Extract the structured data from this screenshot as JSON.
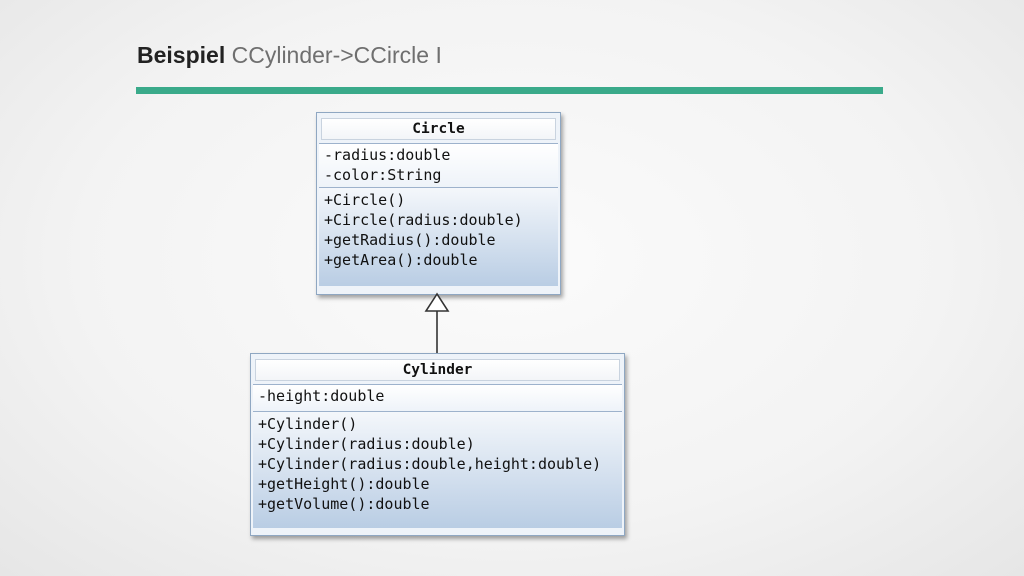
{
  "slide": {
    "title_bold": "Beispiel",
    "title_rest": "CCylinder->CCircle I",
    "accent_color": "#3aaa8a"
  },
  "diagram": {
    "parent": {
      "name": "Circle",
      "attributes": [
        "-radius:double",
        "-color:String"
      ],
      "methods": [
        "+Circle()",
        "+Circle(radius:double)",
        "+getRadius():double",
        "+getArea():double"
      ]
    },
    "child": {
      "name": "Cylinder",
      "attributes": [
        "-height:double"
      ],
      "methods": [
        "+Cylinder()",
        "+Cylinder(radius:double)",
        "+Cylinder(radius:double,height:double)",
        "+getHeight():double",
        "+getVolume():double"
      ]
    },
    "relation": "generalization",
    "box_colors": {
      "border": "#8fa7c2",
      "fill_top": "#f4f7fb",
      "fill_bottom": "#b9cde4"
    }
  }
}
